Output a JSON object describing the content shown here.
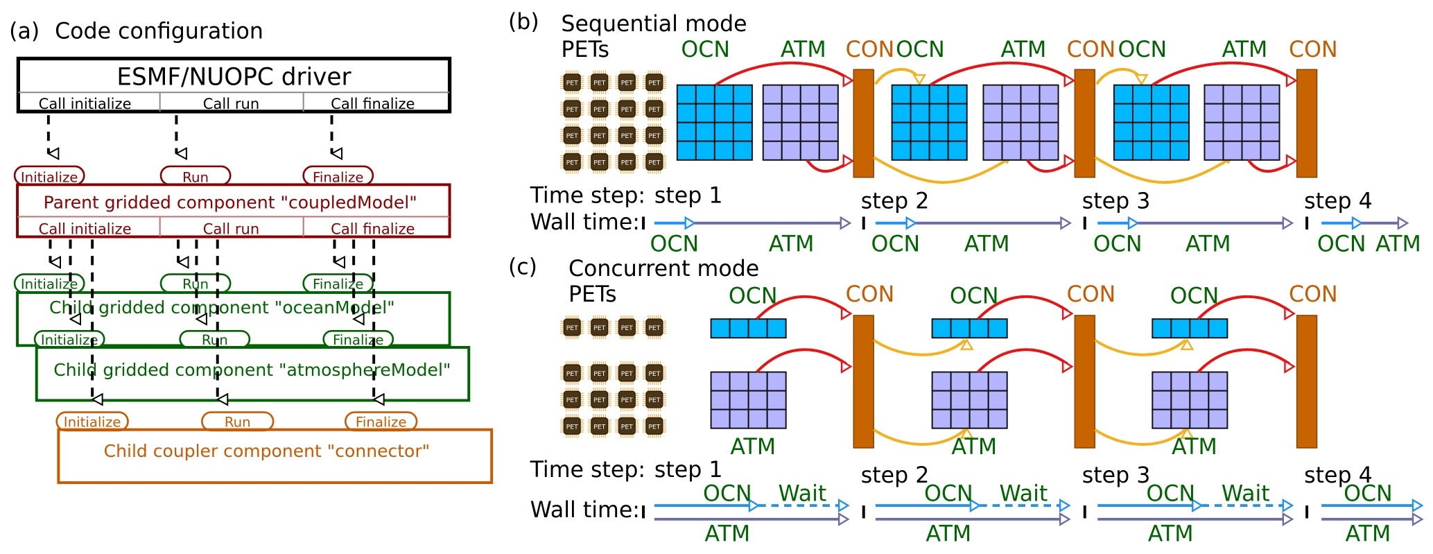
{
  "panel_a": {
    "label": "(a)",
    "title": "Code configuration",
    "driver": {
      "title": "ESMF/NUOPC driver",
      "calls": [
        "Call initialize",
        "Call run",
        "Call finalize"
      ]
    },
    "parent": {
      "title": "Parent gridded component \"coupledModel\"",
      "calls": [
        "Call initialize",
        "Call run",
        "Call finalize"
      ],
      "entries": [
        "Initialize",
        "Run",
        "Finalize"
      ]
    },
    "ocean": {
      "title": "Child gridded component \"oceanModel\"",
      "entries": [
        "Initialize",
        "Run",
        "Finalize"
      ]
    },
    "atmosphere": {
      "title": "Child gridded component \"atmosphereModel\"",
      "entries": [
        "Initialize",
        "Run",
        "Finalize"
      ]
    },
    "connector": {
      "title": "Child coupler component \"connector\"",
      "entries": [
        "Initialize",
        "Run",
        "Finalize"
      ]
    }
  },
  "panel_b": {
    "label": "(b)",
    "title": "Sequential mode",
    "pets_label": "PETs",
    "pet_chip": "PET",
    "ocn": "OCN",
    "atm": "ATM",
    "con": "CON",
    "time_step_label": "Time step:",
    "wall_time_label": "Wall time:",
    "steps": [
      "step 1",
      "step 2",
      "step 3",
      "step 4"
    ]
  },
  "panel_c": {
    "label": "(c)",
    "title": "Concurrent mode",
    "pets_label": "PETs",
    "pet_chip": "PET",
    "ocn": "OCN",
    "atm": "ATM",
    "con": "CON",
    "wait": "Wait",
    "time_step_label": "Time step:",
    "wall_time_label": "Wall time:",
    "steps": [
      "step 1",
      "step 2",
      "step 3",
      "step 4"
    ]
  },
  "colors": {
    "ocean_cell": "#00b8ff",
    "atm_cell": "#b4b4ff",
    "connector": "#c86400",
    "red_arrow": "#ee1111",
    "yellow_arrow": "#f5b01a",
    "ocn_time": "#1e90ff",
    "atm_time": "#6b6ba8",
    "green_text": "#006400",
    "dark_red": "#8b0000",
    "orange_text": "#c85a00"
  }
}
